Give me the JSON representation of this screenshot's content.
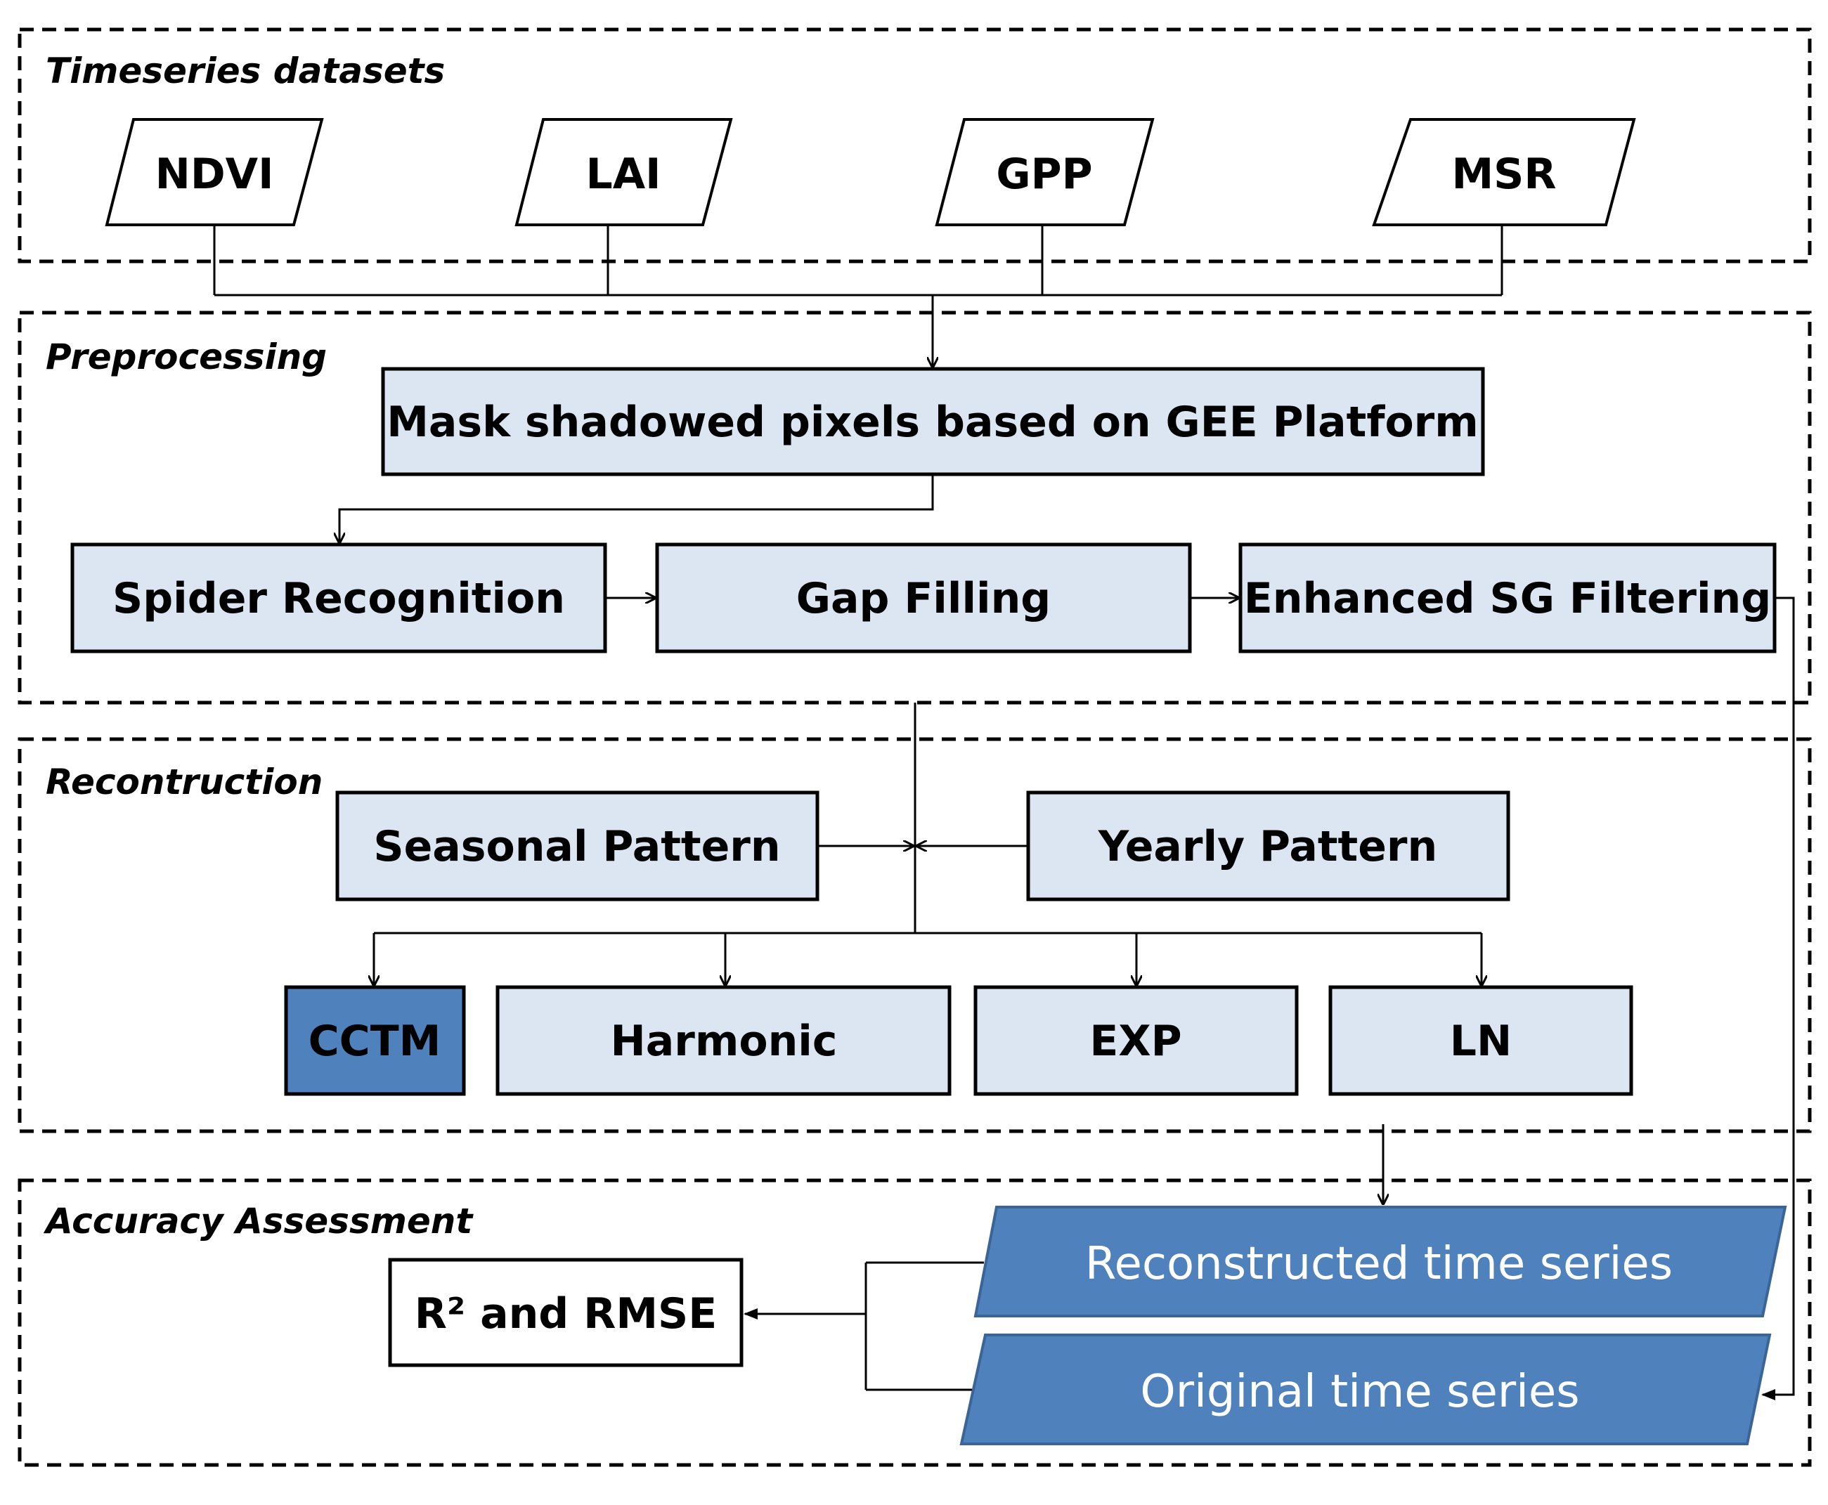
{
  "colors": {
    "light_box": "#dce6f2",
    "accent_blue": "#4f81bd",
    "stroke": "#000000"
  },
  "sections": {
    "datasets": "Timeseries  datasets",
    "preprocessing": "Preprocessing",
    "reconstruction": "Recontruction",
    "accuracy": "Accuracy Assessment"
  },
  "datasets": [
    "NDVI",
    "LAI",
    "GPP",
    "MSR"
  ],
  "preprocessing": {
    "mask": "Mask shadowed pixels based on GEE Platform",
    "spider": "Spider Recognition",
    "gap": "Gap Filling",
    "sg": "Enhanced SG Filtering"
  },
  "reconstruction": {
    "seasonal": "Seasonal Pattern",
    "yearly": "Yearly Pattern",
    "models": [
      "CCTM",
      "Harmonic",
      "EXP",
      "LN"
    ]
  },
  "accuracy": {
    "reconstructed": "Reconstructed time series",
    "original": "Original time series",
    "metric": "R² and RMSE"
  }
}
